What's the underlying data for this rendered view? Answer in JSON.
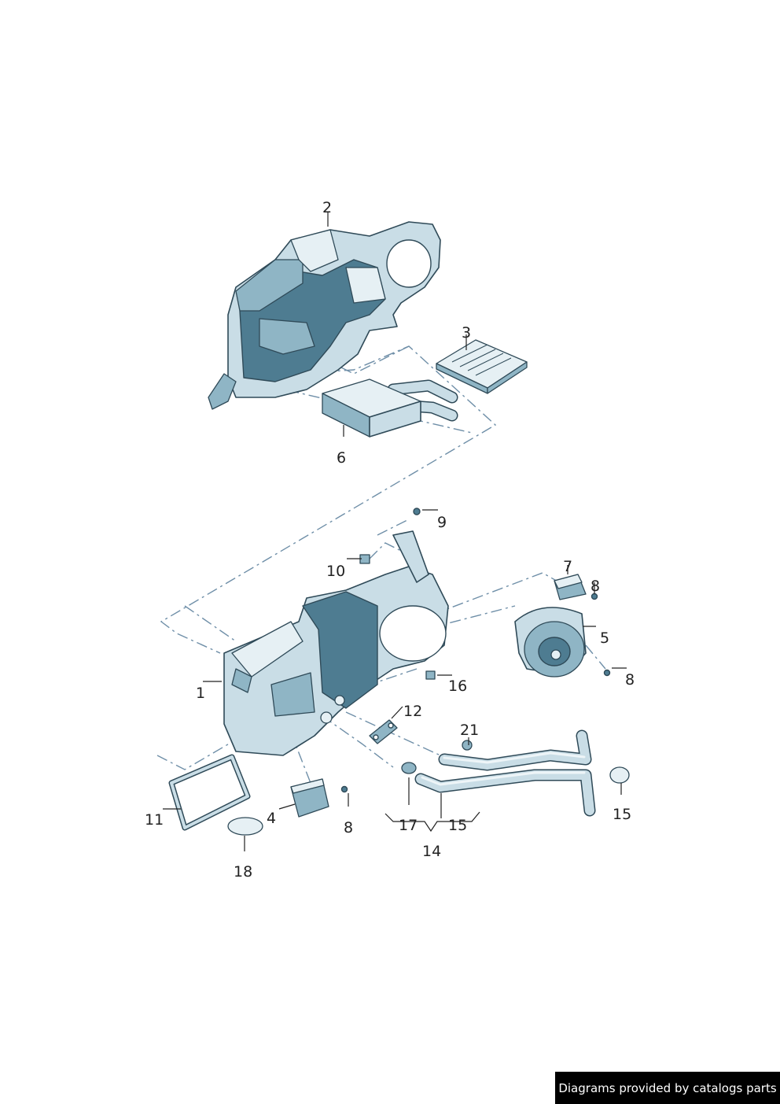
{
  "diagram": {
    "callouts": {
      "c1": "1",
      "c2": "2",
      "c3": "3",
      "c4": "4",
      "c5": "5",
      "c6": "6",
      "c7": "7",
      "c8a": "8",
      "c8b": "8",
      "c8c": "8",
      "c9": "9",
      "c10": "10",
      "c11": "11",
      "c12": "12",
      "c14": "14",
      "c15a": "15",
      "c15b": "15",
      "c16": "16",
      "c17": "17",
      "c18": "18",
      "c21": "21"
    }
  },
  "footer": {
    "text": "Diagrams provided by catalogs parts"
  }
}
